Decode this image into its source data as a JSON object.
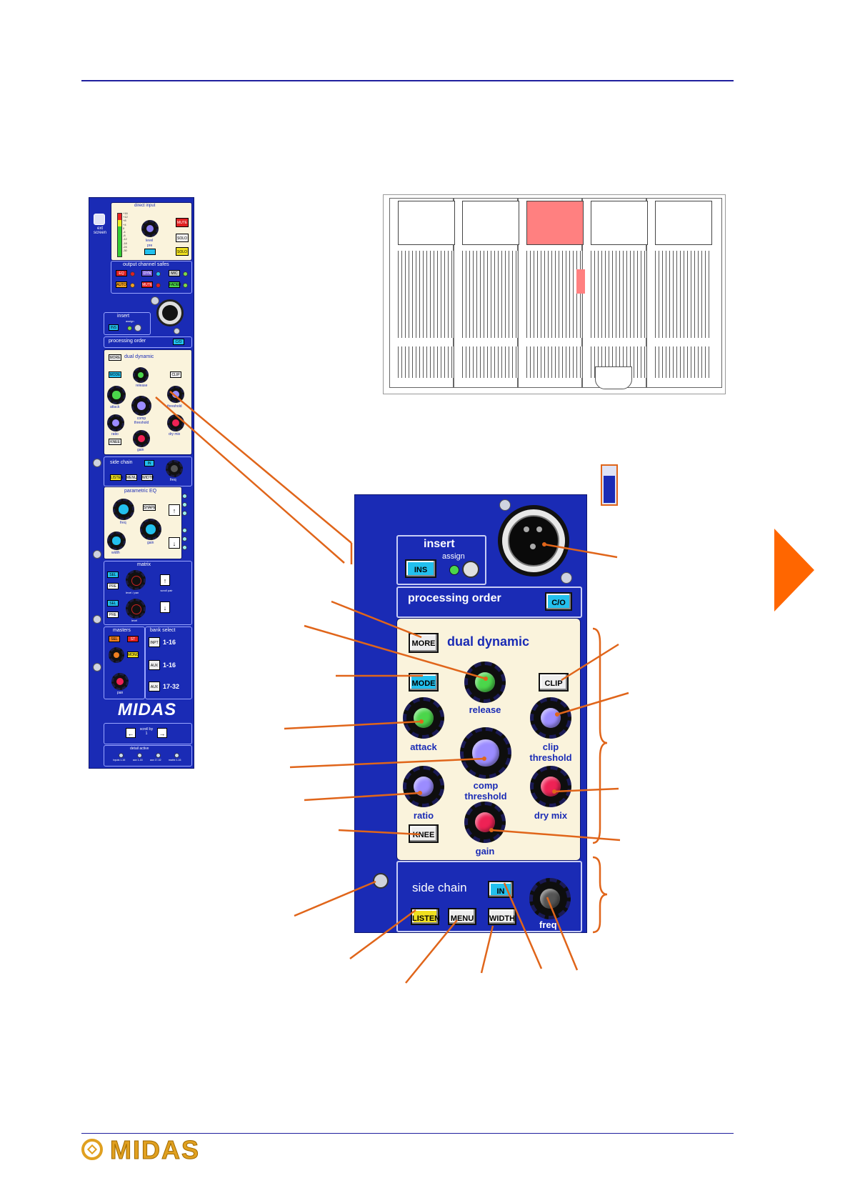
{
  "strip": {
    "ext_screen": "ext screen",
    "direct_input": "direct input",
    "meter_scale": [
      "+16",
      "+12",
      "+8",
      "+4",
      "0",
      "-4",
      "-8",
      "-12",
      "-18",
      "-24",
      "-30"
    ],
    "level": "level",
    "pre": "pre",
    "mute": "MUTE",
    "solo": "SOLO",
    "output_channel_safes": "output channel safes",
    "safes_row1": [
      "EQ",
      "DYN",
      "MIC"
    ],
    "safes_row2": [
      "AUTO",
      "MUTE",
      "FADER"
    ],
    "insert": "insert",
    "assign": "assign",
    "ins": "INS",
    "processing_order": "processing order",
    "co": "C/O",
    "more": "MORE",
    "dual_dynamic": "dual dynamic",
    "mode": "MODE",
    "clip": "CLIP",
    "release": "release",
    "attack": "attack",
    "threshold": "threshold",
    "comp_threshold": "comp threshold",
    "ratio": "ratio",
    "dry_mix": "dry mix",
    "knee": "KNEE",
    "gain": "gain",
    "side_chain": "side chain",
    "in": "IN",
    "listen": "LISTEN",
    "menu": "MENU",
    "width_btn": "WIDTH",
    "freq": "freq",
    "parametric_eq": "parametric EQ",
    "shape": "SHAPE",
    "width": "width",
    "matrix": "matrix",
    "sel1": "SEL",
    "pre1": "PRE",
    "level_pan": "level / pan",
    "scroll_pair": "scroll pair",
    "sel2": "SEL",
    "pre2": "PRE",
    "mlevel": "level",
    "masters": "masters",
    "bank_select": "bank select",
    "bank_rows": [
      "1-16",
      "1-16",
      "17-32"
    ],
    "bank_btns": [
      "INPT",
      "AUX",
      "AUX"
    ],
    "masters_btns": [
      "SEL",
      "ST"
    ],
    "mono": "MONO",
    "pan": "pan",
    "logo": "MIDAS",
    "scroll_by_1": "scroll by 1",
    "detail_active": "detail active",
    "detail_items": [
      "inputs 1-16",
      "aux 1-16",
      "aux 17-32",
      "matrix 1-16"
    ]
  },
  "panel": {
    "insert": "insert",
    "assign": "assign",
    "ins": "INS",
    "processing_order": "processing order",
    "co": "C/O",
    "more": "MORE",
    "dual_dynamic": "dual dynamic",
    "mode": "MODE",
    "clip": "CLIP",
    "release": "release",
    "attack": "attack",
    "clip_threshold_1": "clip",
    "clip_threshold_2": "threshold",
    "comp_threshold_1": "comp",
    "comp_threshold_2": "threshold",
    "ratio": "ratio",
    "dry_mix": "dry mix",
    "knee": "KNEE",
    "gain": "gain",
    "side_chain": "side chain",
    "in": "IN",
    "listen": "LISTEN",
    "menu": "MENU",
    "width": "WIDTH",
    "freq": "freq"
  },
  "colors": {
    "panel_blue": "#1a2bb5",
    "cream": "#faf3dc",
    "callout_orange": "#e0651a",
    "arrow_orange": "#ff6600",
    "highlight_red": "#ff8080",
    "rule_blue": "#1f1f9e",
    "logo_gold": "#e0a020",
    "knob_green": "#4bd64b",
    "knob_violet": "#9b8cff",
    "knob_red": "#ee2255",
    "knob_gray": "#555555",
    "button_cyan": "#22c0ee",
    "button_yellow": "#f0e020"
  },
  "footer": {
    "logo": "MIDAS"
  }
}
